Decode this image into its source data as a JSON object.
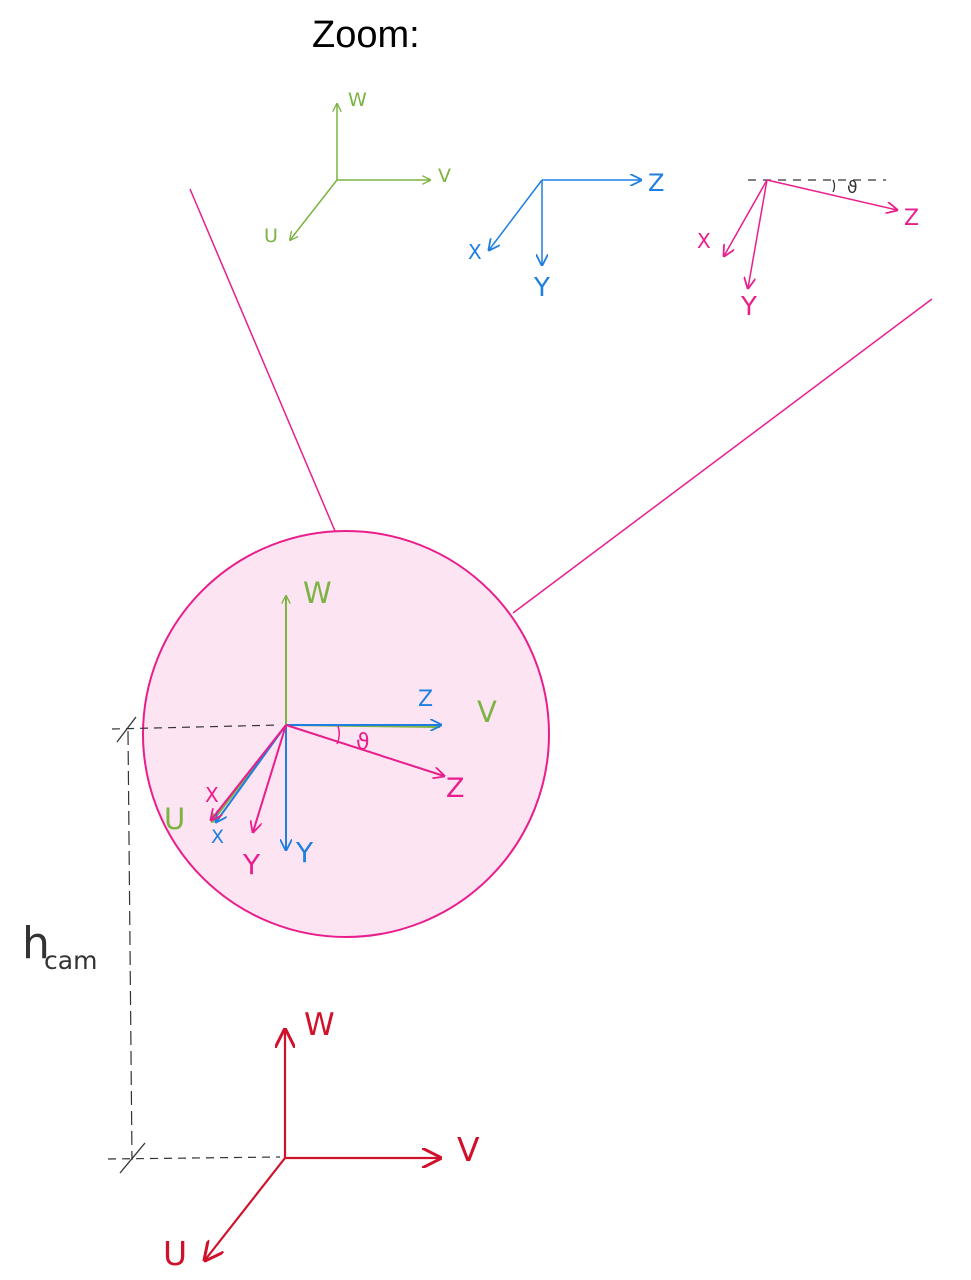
{
  "title": "Zoom:",
  "colors": {
    "green": "#7cb342",
    "blue": "#1e7fe0",
    "pink": "#e91e8c",
    "red": "#d0112b",
    "magnifier_fill": "#fde4f3",
    "dashed": "#333333"
  },
  "zoom_frames": {
    "world": {
      "up": "W",
      "right": "V",
      "diag": "U"
    },
    "camera": {
      "right": "Z",
      "diag": "X",
      "down": "Y"
    },
    "tilted": {
      "right": "Z",
      "diag": "X",
      "down": "Y",
      "angle": "ϑ"
    }
  },
  "magnified": {
    "world": {
      "up": "W",
      "right": "V",
      "diag": "U"
    },
    "camera": {
      "right": "Z",
      "diag": "X",
      "down": "Y"
    },
    "tilted": {
      "right": "Z",
      "diag": "X",
      "down": "Y"
    },
    "angle": "ϑ"
  },
  "height_label": {
    "main": "h",
    "subscript": "cam"
  },
  "ground": {
    "up": "W",
    "right": "V",
    "diag": "U"
  }
}
